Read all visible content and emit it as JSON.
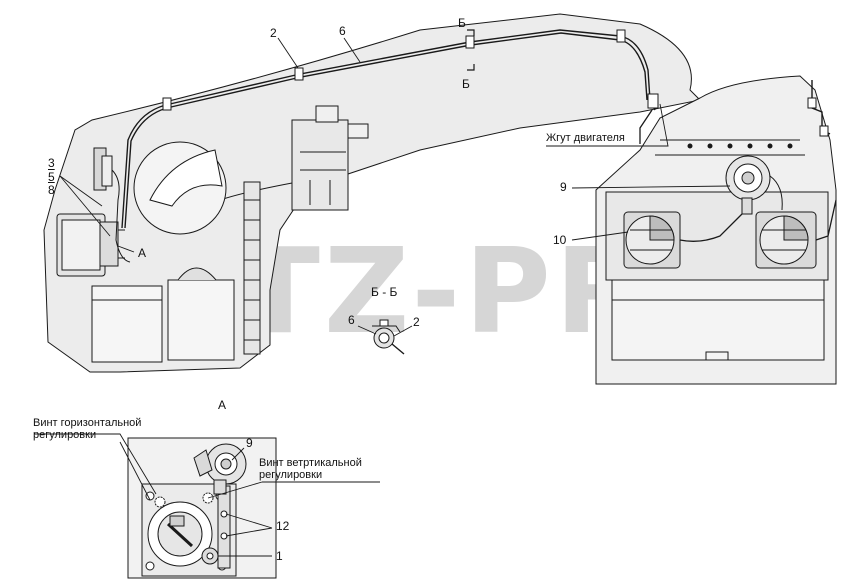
{
  "watermark": "MTZ-PRO",
  "callouts": {
    "n2": "2",
    "n6": "6",
    "n3": "3",
    "n5": "5",
    "n8": "8",
    "n9": "9",
    "n10": "10",
    "bb_n6": "6",
    "bb_n2": "2",
    "a_n9": "9",
    "a_n12": "12",
    "a_n1": "1"
  },
  "section_marks": {
    "b_top": "Б",
    "b_bottom": "Б",
    "a_view": "А",
    "a_title": "А",
    "bb_title": "Б - Б"
  },
  "labels": {
    "engine_harness": "Жгут двигателя",
    "horizontal_screw": [
      "Винт горизонтальной",
      "регулировки"
    ],
    "vertical_screw": [
      "Винт ветртикальной",
      "регулировки"
    ]
  },
  "colors": {
    "line": "#1a1a1a",
    "body_fill": "#ececec",
    "watermark": "#d6d6d6"
  }
}
